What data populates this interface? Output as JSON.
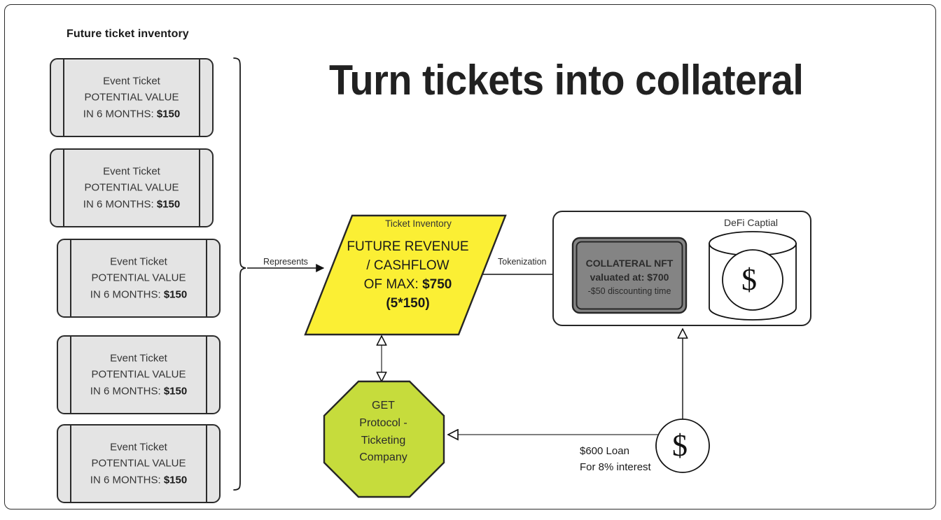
{
  "title": "Turn tickets into collateral",
  "left_panel": {
    "heading": "Future ticket inventory",
    "tickets": [
      {
        "line1": "Event Ticket",
        "line2": "POTENTIAL VALUE",
        "line3_prefix": "IN 6 MONTHS: ",
        "line3_value": "$150"
      },
      {
        "line1": "Event Ticket",
        "line2": "POTENTIAL VALUE",
        "line3_prefix": "IN 6 MONTHS: ",
        "line3_value": "$150"
      },
      {
        "line1": "Event Ticket",
        "line2": "POTENTIAL VALUE",
        "line3_prefix": "IN 6 MONTHS: ",
        "line3_value": "$150"
      },
      {
        "line1": "Event Ticket",
        "line2": "POTENTIAL VALUE",
        "line3_prefix": "IN 6 MONTHS: ",
        "line3_value": "$150"
      },
      {
        "line1": "Event Ticket",
        "line2": "POTENTIAL VALUE",
        "line3_prefix": "IN 6 MONTHS: ",
        "line3_value": "$150"
      }
    ]
  },
  "nodes": {
    "inventory": {
      "caption": "Ticket Inventory",
      "line1": "FUTURE REVENUE",
      "line2": "/ CASHFLOW",
      "line3_prefix": "OF MAX: ",
      "line3_value": "$750",
      "line4": "(5*150)",
      "fill": "#FBEF34"
    },
    "protocol": {
      "line1": "GET",
      "line2": "Protocol -",
      "line3": "Ticketing",
      "line4": "Company",
      "fill": "#C6DC3C"
    },
    "defi": {
      "caption": "DeFi Captial",
      "nft_line1": "COLLATERAL NFT",
      "nft_line2": "valuated at: $700",
      "nft_line3": "-$50 discounting time",
      "nft_fill": "#848484",
      "vault_glyph": "$"
    },
    "lender": {
      "glyph": "$"
    }
  },
  "edges": {
    "represents": "Represents",
    "tokenization": "Tokenization",
    "loan_line1": "$600 Loan",
    "loan_line2": "For 8% interest"
  }
}
